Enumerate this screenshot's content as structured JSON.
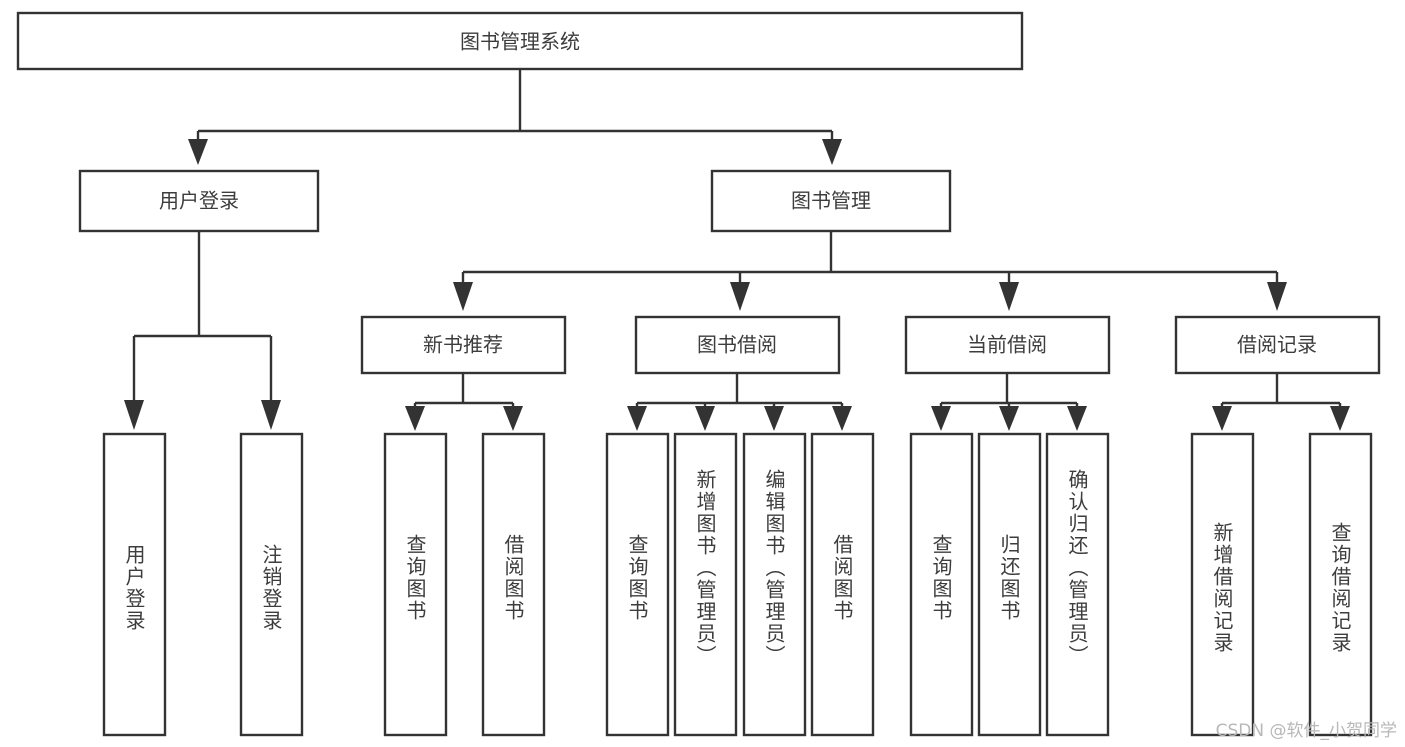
{
  "diagram": {
    "title": "图书管理系统",
    "type": "tree-hierarchy",
    "watermark": "CSDN @软件_小贺同学",
    "colors": {
      "stroke": "#333333",
      "box_fill": "#ffffff",
      "text": "#3d3d3d",
      "background": "#ffffff",
      "watermark": "#b8b8b8"
    },
    "root": {
      "label": "图书管理系统"
    },
    "level2": [
      {
        "label": "用户登录"
      },
      {
        "label": "图书管理"
      }
    ],
    "level3": [
      {
        "label": "新书推荐"
      },
      {
        "label": "图书借阅"
      },
      {
        "label": "当前借阅"
      },
      {
        "label": "借阅记录"
      }
    ],
    "leaves": {
      "user_login": [
        {
          "label": "用户登录"
        },
        {
          "label": "注销登录"
        }
      ],
      "new_book_recommend": [
        {
          "label": "查询图书"
        },
        {
          "label": "借阅图书"
        }
      ],
      "book_borrow": [
        {
          "label": "查询图书"
        },
        {
          "label": "新增图书（管理员）"
        },
        {
          "label": "编辑图书（管理员）"
        },
        {
          "label": "借阅图书"
        }
      ],
      "current_borrow": [
        {
          "label": "查询图书"
        },
        {
          "label": "归还图书"
        },
        {
          "label": "确认归还（管理员）"
        }
      ],
      "borrow_record": [
        {
          "label": "新增借阅记录"
        },
        {
          "label": "查询借阅记录"
        }
      ]
    }
  }
}
